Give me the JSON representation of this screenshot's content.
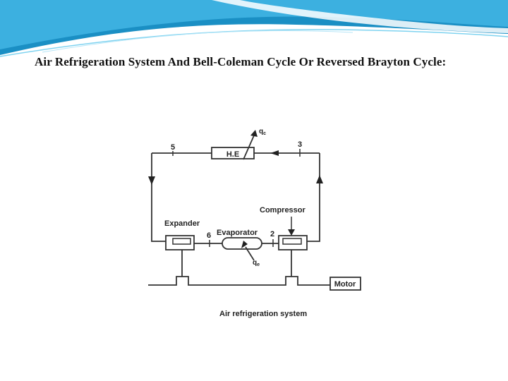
{
  "slide": {
    "title": "Air Refrigeration System And Bell-Coleman Cycle Or Reversed Brayton Cycle:"
  },
  "diagram": {
    "caption": "Air refrigeration system",
    "components": {
      "heat_exchanger": "H.E",
      "compressor": "Compressor",
      "expander": "Expander",
      "evaporator": "Evaporator",
      "motor": "Motor"
    },
    "heat_labels": {
      "rejected": "q",
      "rejected_sub": "c",
      "absorbed": "q",
      "absorbed_sub": "e"
    },
    "state_points": [
      "5",
      "3",
      "6",
      "2"
    ]
  },
  "colors": {
    "banner_dark": "#1a8fc4",
    "banner_light": "#4fc3e8",
    "line": "#333333"
  }
}
